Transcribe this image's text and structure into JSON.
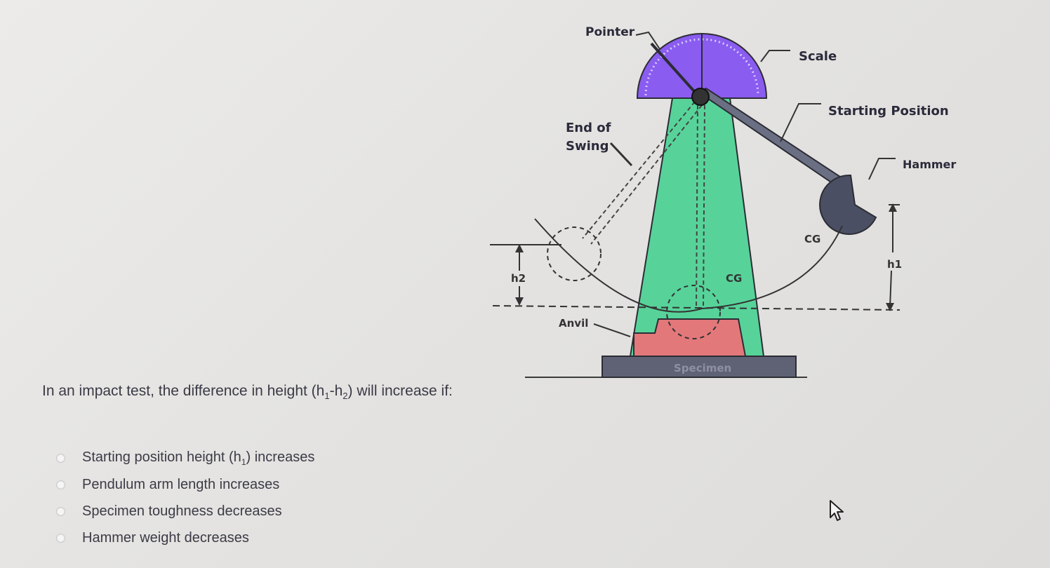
{
  "diagram": {
    "labels": {
      "pointer": "Pointer",
      "scale": "Scale",
      "starting_position": "Starting Position",
      "hammer": "Hammer",
      "end_of_swing_line1": "End of",
      "end_of_swing_line2": "Swing",
      "cg_right": "CG",
      "cg_center": "CG",
      "anvil": "Anvil",
      "specimen": "Specimen",
      "h1": "h1",
      "h2": "h2"
    },
    "colors": {
      "scale": "#8a5cf0",
      "tower": "#57d39a",
      "anvil": "#e3787a",
      "base": "#5e6274",
      "hammer": "#4b4f63"
    }
  },
  "question": {
    "prefix": "In an impact test, the difference in height (h",
    "sub1": "1",
    "mid": "-h",
    "sub2": "2",
    "suffix": ") will increase if:"
  },
  "options": [
    {
      "pre": "Starting position height (h",
      "sub": "1",
      "post": ") increases"
    },
    {
      "text": "Pendulum arm length increases"
    },
    {
      "text": "Specimen toughness decreases"
    },
    {
      "text": "Hammer weight decreases"
    }
  ],
  "icons": {
    "cursor": "mouse-pointer-icon"
  }
}
